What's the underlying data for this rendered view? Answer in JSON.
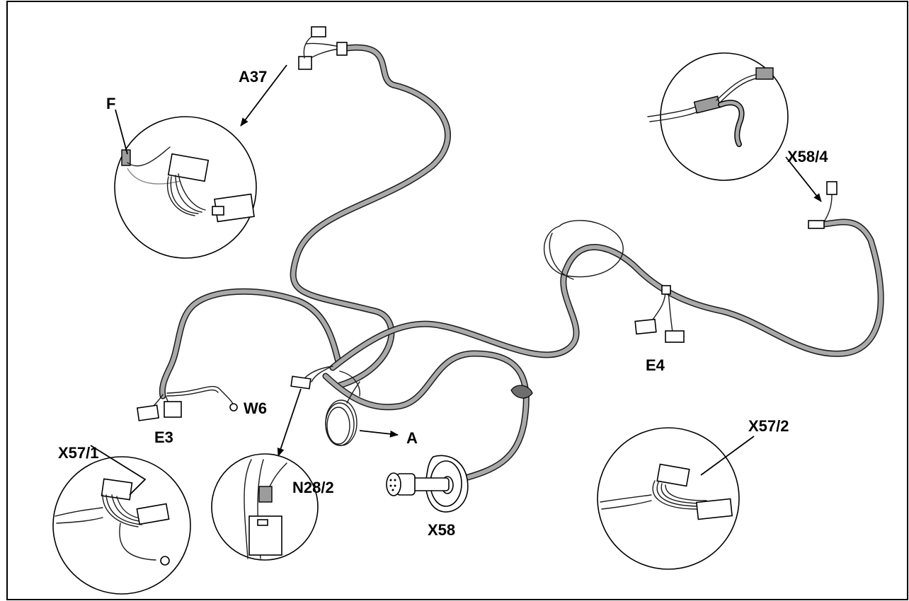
{
  "labels": {
    "a37": "A37",
    "f": "F",
    "x58_4": "X58/4",
    "e4": "E4",
    "e3": "E3",
    "w6": "W6",
    "x57_1": "X57/1",
    "n28_2": "N28/2",
    "a": "A",
    "x58": "X58",
    "x57_2": "X57/2"
  },
  "colors": {
    "harness_fill": "#a9a9a9",
    "outline": "#000000",
    "connector_body": "#9c9c9c",
    "background": "#ffffff"
  }
}
